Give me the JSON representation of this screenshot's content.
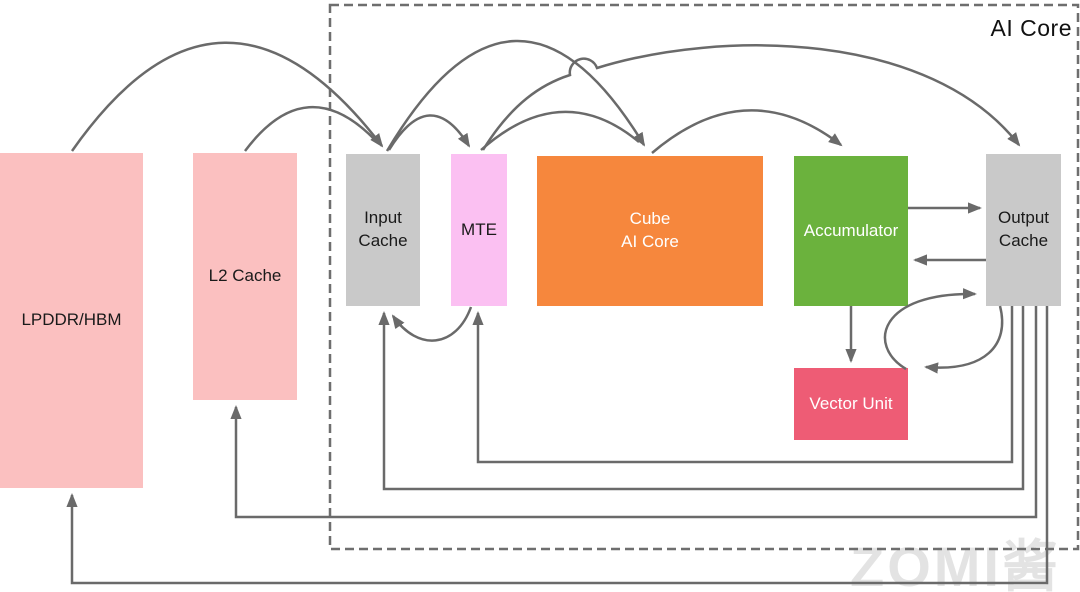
{
  "diagram": {
    "container_label": "AI Core",
    "watermark": "ZOMI酱",
    "arrow_color": "#6a6a6a",
    "border_color": "#6e6e6e",
    "nodes": [
      {
        "id": "lpddr",
        "label": "LPDDR/HBM",
        "color": "#fbc0c0",
        "text_color": "#1a1a1a"
      },
      {
        "id": "l2-cache",
        "label": "L2 Cache",
        "color": "#fbc0c0",
        "text_color": "#1a1a1a"
      },
      {
        "id": "input-cache",
        "label": "Input\nCache",
        "color": "#c9c9c9",
        "text_color": "#1a1a1a"
      },
      {
        "id": "mte",
        "label": "MTE",
        "color": "#fbc0f2",
        "text_color": "#1a1a1a"
      },
      {
        "id": "cube",
        "label": "Cube\nAI Core",
        "color": "#f6873d",
        "text_color": "#ffffff"
      },
      {
        "id": "accumulator",
        "label": "Accumulator",
        "color": "#6bb23d",
        "text_color": "#ffffff"
      },
      {
        "id": "output-cache",
        "label": "Output\nCache",
        "color": "#c9c9c9",
        "text_color": "#1a1a1a"
      },
      {
        "id": "vector-unit",
        "label": "Vector Unit",
        "color": "#ee5c75",
        "text_color": "#ffffff"
      }
    ],
    "edges": [
      {
        "from": "lpddr",
        "to": "input-cache",
        "via": "top arc"
      },
      {
        "from": "l2-cache",
        "to": "input-cache",
        "via": "top arc"
      },
      {
        "from": "input-cache",
        "to": "mte",
        "via": "top arc"
      },
      {
        "from": "input-cache",
        "to": "cube",
        "via": "top arc"
      },
      {
        "from": "mte",
        "to": "cube",
        "via": "top arc"
      },
      {
        "from": "mte",
        "to": "output-cache",
        "via": "top arc with line hop"
      },
      {
        "from": "cube",
        "to": "accumulator",
        "via": "top arc"
      },
      {
        "from": "accumulator",
        "to": "output-cache",
        "via": "horizontal"
      },
      {
        "from": "output-cache",
        "to": "accumulator",
        "via": "horizontal"
      },
      {
        "from": "accumulator",
        "to": "vector-unit",
        "via": "vertical"
      },
      {
        "from": "output-cache",
        "to": "vector-unit",
        "via": "loop"
      },
      {
        "from": "vector-unit",
        "to": "output-cache",
        "via": "loop"
      },
      {
        "from": "mte",
        "to": "input-cache",
        "via": "bottom curve"
      },
      {
        "from": "output-cache",
        "to": "mte",
        "via": "bottom feedback line"
      },
      {
        "from": "output-cache",
        "to": "input-cache",
        "via": "bottom feedback line"
      },
      {
        "from": "output-cache",
        "to": "l2-cache",
        "via": "bottom feedback line"
      },
      {
        "from": "output-cache",
        "to": "lpddr",
        "via": "bottom feedback line"
      }
    ]
  }
}
